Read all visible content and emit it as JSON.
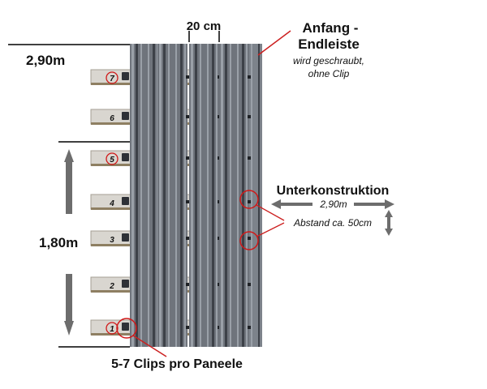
{
  "labels": {
    "width": "20 cm",
    "total_length": "2,90m",
    "span": "1,80m",
    "anfang_line1": "Anfang -",
    "anfang_line2": "Endleiste",
    "anfang_note1": "wird geschraubt,",
    "anfang_note2": "ohne Clip",
    "unterkonstruktion": "Unterkonstruktion",
    "unterkonstruktion_length": "2,90m",
    "abstand": "Abstand ca. 50cm",
    "clips_per_panel": "5-7 Clips pro Paneele"
  },
  "joists": [
    "7",
    "6",
    "5",
    "4",
    "3",
    "2",
    "1"
  ],
  "circled_joists": [
    "7",
    "5",
    "1"
  ],
  "colors": {
    "board": "#6f747c",
    "board_dark": "#3d4148",
    "board_light": "#9aa0a8",
    "joist": "#d9d6d0",
    "joist_edge": "#a59f93",
    "arrow": "#6d6d6d",
    "highlight": "#d01818"
  }
}
